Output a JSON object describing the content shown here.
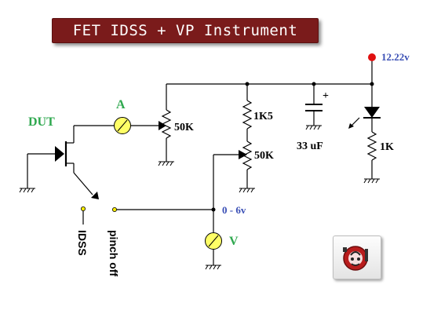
{
  "title": "FET IDSS + VP Instrument",
  "labels": {
    "voltage": "12.22v",
    "dut": "DUT",
    "ammeter": "A",
    "pot_top": "50K",
    "resistor": "1K5",
    "pot_mid": "50K",
    "capacitor": "33 uF",
    "capacitor_polarity": "+",
    "led_resistor": "1K",
    "range": "0 - 6v",
    "voltmeter": "V",
    "idss": "IDSS",
    "pinch_off": "pinch off"
  },
  "colors": {
    "title_bg": "#7a1b1b",
    "supply_node": "#e01010",
    "meter_fill": "#ffff66",
    "switch_terminal": "#ffee00",
    "label_green": "#2fa84f",
    "label_blue": "#3a4fb5"
  },
  "logo": "logo-icon"
}
